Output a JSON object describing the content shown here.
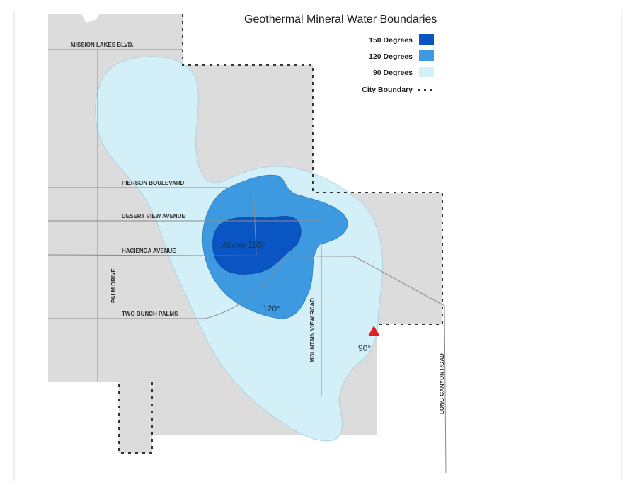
{
  "map": {
    "title": "Geothermal Mineral Water Boundaries",
    "legend": [
      {
        "label": "150 Degrees",
        "color": "#0a55c4",
        "icon": "swatch-150-degrees"
      },
      {
        "label": "120 Degrees",
        "color": "#3d9ae0",
        "icon": "swatch-120-degrees"
      },
      {
        "label": "90 Degrees",
        "color": "#d3f0f9",
        "icon": "swatch-90-degrees"
      },
      {
        "label": "City Boundary",
        "color": "#333333",
        "icon": "dashed-line-icon"
      }
    ],
    "streets": {
      "mission_lakes": "MISSION LAKES BLVD.",
      "pierson": "PIERSON BOULEVARD",
      "desert_view": "DESERT VIEW AVENUE",
      "hacienda": "HACIENDA AVENUE",
      "two_bunch": "TWO BUNCH PALMS",
      "palm_drive": "PALM DRIVE",
      "mountain_view": "MOUNTAIN VIEW ROAD",
      "long_canyon": "LONG CANYON ROAD"
    },
    "zone_labels": {
      "above_150": "Above 150°",
      "deg_120": "120°",
      "deg_90": "90°"
    },
    "colors": {
      "city_area": "#dcdcdc",
      "zone_150": "#0a55c4",
      "zone_120": "#3d9ae0",
      "zone_90": "#d3f0f9",
      "marker": "#e02020",
      "road": "#8a8a8a",
      "boundary": "#333333"
    }
  }
}
